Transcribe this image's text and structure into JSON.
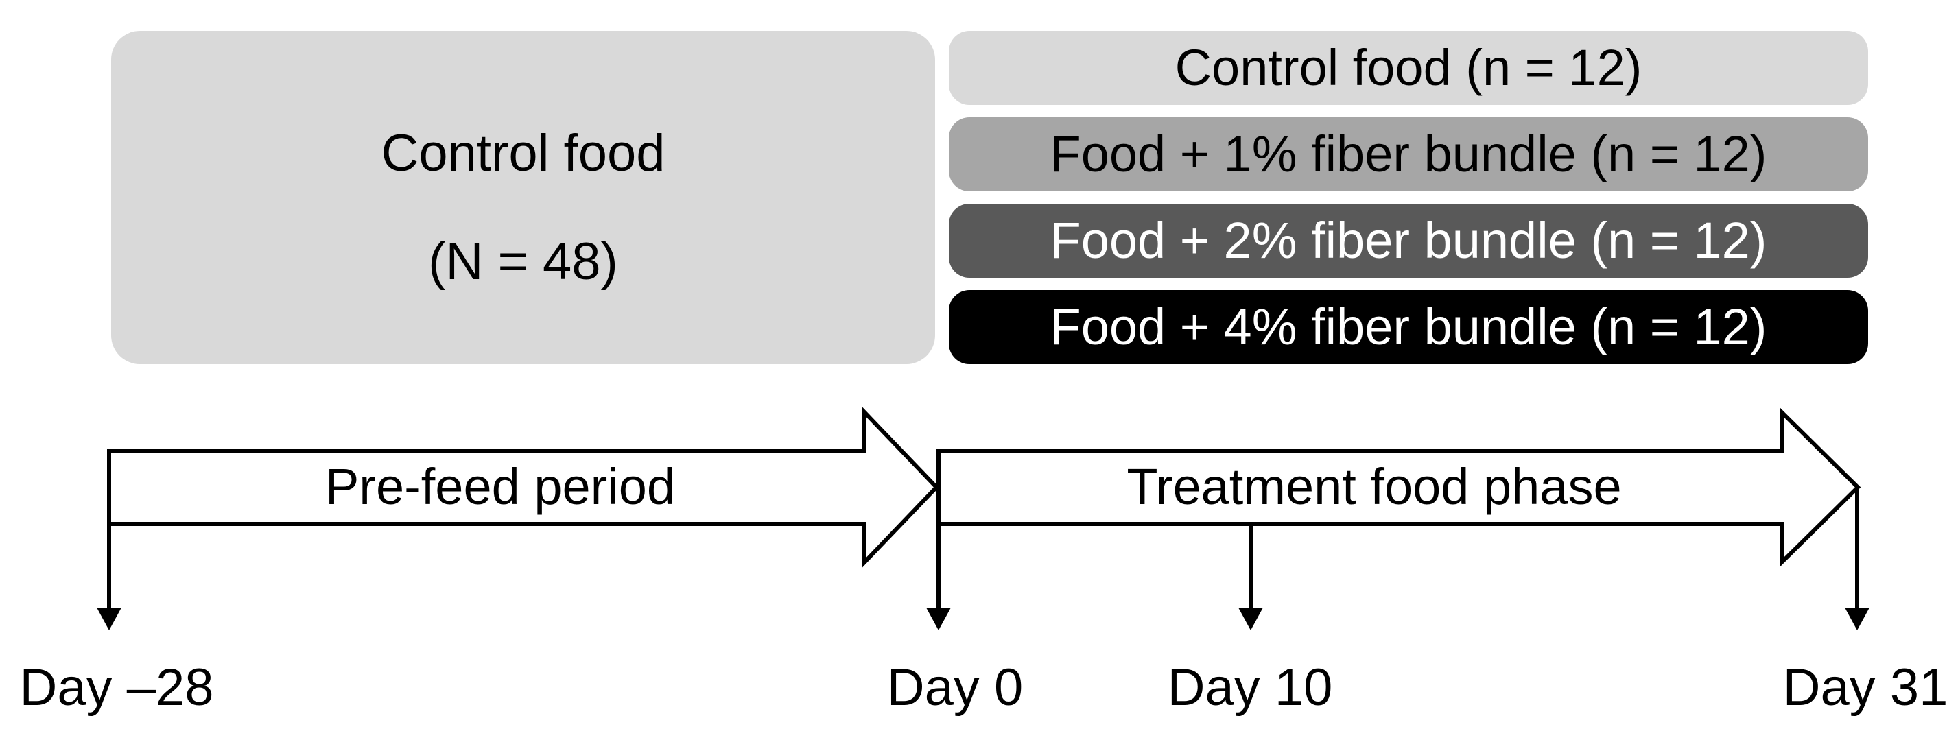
{
  "prefeed_box": {
    "line1": "Control food",
    "line2": "(N = 48)",
    "bg": "#d9d9d9",
    "text_color": "#000000"
  },
  "treatment_groups": [
    {
      "label": "Control food (n = 12)",
      "bg": "#d9d9d9",
      "text_color": "#000000"
    },
    {
      "label": "Food + 1% fiber bundle (n = 12)",
      "bg": "#a6a6a6",
      "text_color": "#000000"
    },
    {
      "label": "Food + 2% fiber bundle (n = 12)",
      "bg": "#595959",
      "text_color": "#ffffff"
    },
    {
      "label": "Food + 4% fiber bundle (n = 12)",
      "bg": "#000000",
      "text_color": "#ffffff"
    }
  ],
  "timeline": {
    "phases": [
      {
        "label": "Pre-feed period"
      },
      {
        "label": "Treatment food phase"
      }
    ],
    "milestones": [
      {
        "label": "Day –28"
      },
      {
        "label": "Day 0"
      },
      {
        "label": "Day 10"
      },
      {
        "label": "Day 31"
      }
    ],
    "arrow_fill": "#ffffff",
    "arrow_stroke": "#000000"
  }
}
